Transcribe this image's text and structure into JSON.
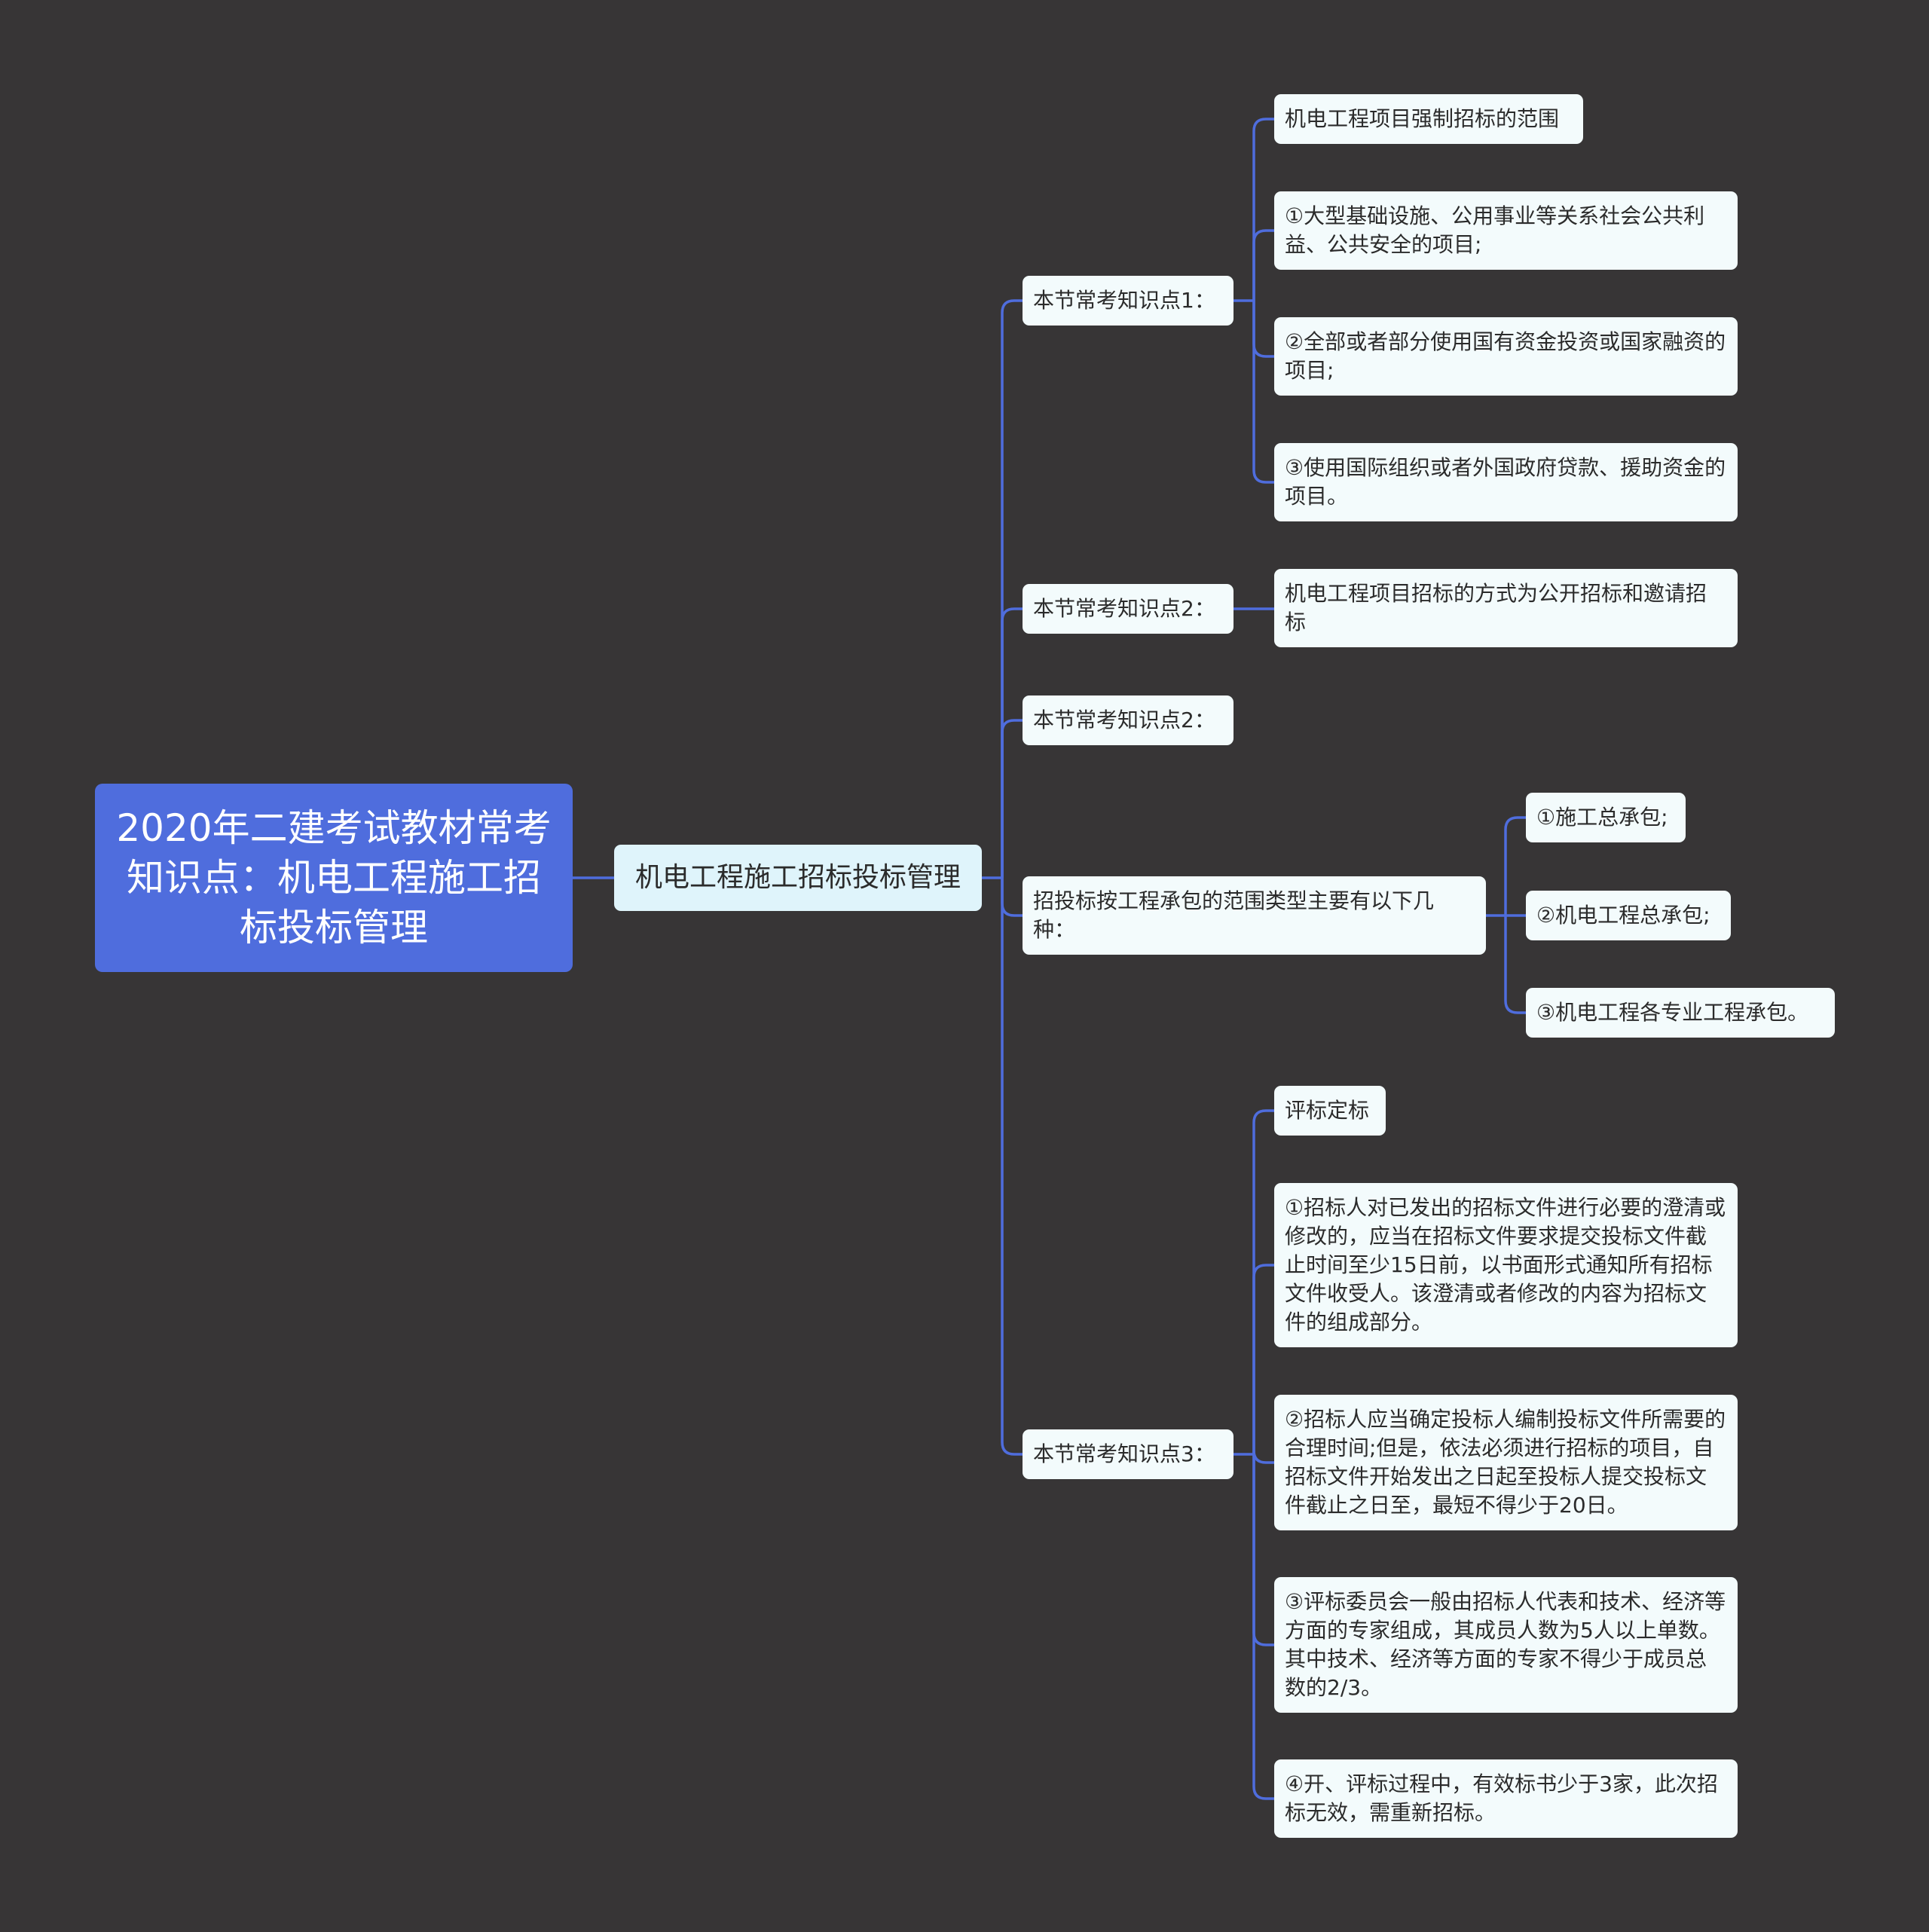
{
  "root": {
    "title": "2020年二建考试教材常考知识点：机电工程施工招标投标管理"
  },
  "main": {
    "label": "机电工程施工招标投标管理"
  },
  "branches": [
    {
      "label": "本节常考知识点1：",
      "children": [
        "机电工程项目强制招标的范围",
        "①大型基础设施、公用事业等关系社会公共利益、公共安全的项目;",
        "②全部或者部分使用国有资金投资或国家融资的项目;",
        "③使用国际组织或者外国政府贷款、援助资金的项目。"
      ]
    },
    {
      "label": "本节常考知识点2：",
      "children": [
        "机电工程项目招标的方式为公开招标和邀请招标"
      ]
    },
    {
      "label": "本节常考知识点2：",
      "children": []
    },
    {
      "label": "招投标按工程承包的范围类型主要有以下几种：",
      "children": [
        "①施工总承包;",
        "②机电工程总承包;",
        "③机电工程各专业工程承包。"
      ]
    },
    {
      "label": "本节常考知识点3：",
      "children": [
        "评标定标",
        "①招标人对已发出的招标文件进行必要的澄清或修改的，应当在招标文件要求提交投标文件截止时间至少15日前，以书面形式通知所有招标文件收受人。该澄清或者修改的内容为招标文件的组成部分。",
        "②招标人应当确定投标人编制投标文件所需要的合理时间;但是，依法必须进行招标的项目，自招标文件开始发出之日起至投标人提交投标文件截止之日至，最短不得少于20日。",
        "③评标委员会一般由招标人代表和技术、经济等方面的专家组成，其成员人数为5人以上单数。其中技术、经济等方面的专家不得少于成员总数的2/3。",
        "④开、评标过程中，有效标书少于3家，此次招标无效，需重新招标。"
      ]
    }
  ],
  "colors": {
    "background": "#373536",
    "connector": "#4f6ddd",
    "root_fill": "#4f6ddd",
    "main_fill": "#dff4fb",
    "node_fill": "#f3fbfc"
  }
}
